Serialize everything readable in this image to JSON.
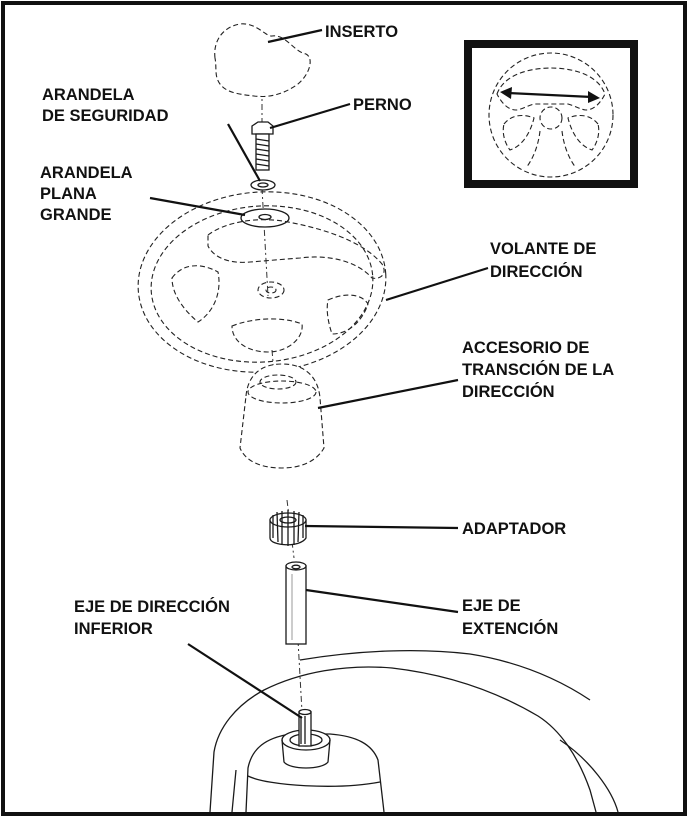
{
  "labels": {
    "inserto": "INSERTO",
    "perno": "PERNO",
    "arandela_seguridad_1": "ARANDELA",
    "arandela_seguridad_2": "DE SEGURIDAD",
    "arandela_plana_1": "ARANDELA",
    "arandela_plana_2": "PLANA",
    "arandela_plana_3": "GRANDE",
    "volante_1": "VOLANTE DE",
    "volante_2": "DIRECCIÓN",
    "accesorio_1": "ACCESORIO DE",
    "accesorio_2": "TRANSCIÓN DE LA",
    "accesorio_3": "DIRECCIÓN",
    "adaptador": "ADAPTADOR",
    "eje_inferior_1": "EJE DE DIRECCIÓN",
    "eje_inferior_2": "INFERIOR",
    "eje_extension_1": "EJE DE",
    "eje_extension_2": "EXTENCIÓN"
  }
}
